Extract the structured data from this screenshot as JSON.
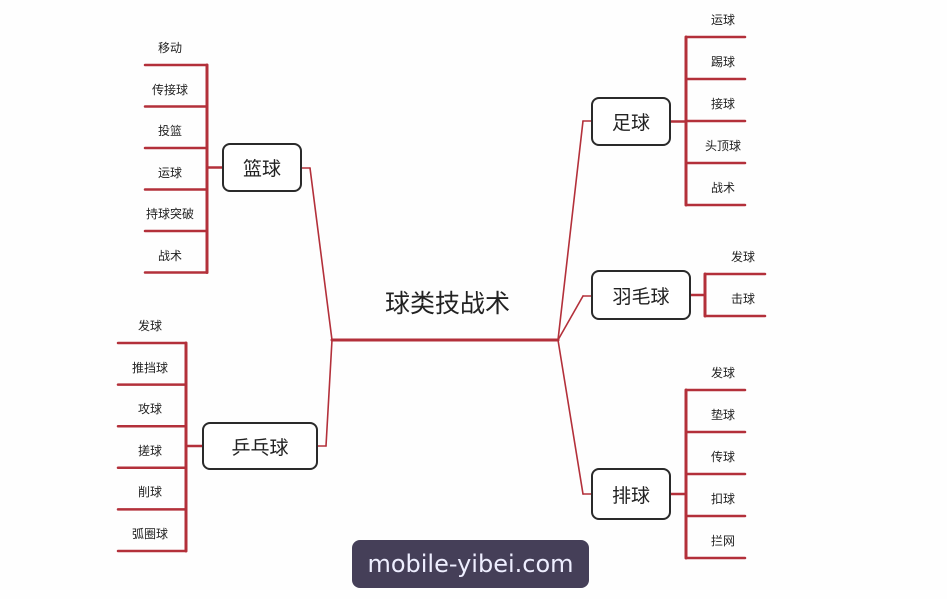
{
  "title": "球类技战术",
  "colors": {
    "branch": "#b3303a",
    "box_border": "#2a2a2a",
    "watermark_bg": "#453f58"
  },
  "branches": [
    {
      "label": "篮球",
      "leaves": [
        "移动",
        "传接球",
        "投篮",
        "运球",
        "持球突破",
        "战术"
      ]
    },
    {
      "label": "乒乓球",
      "leaves": [
        "发球",
        "推挡球",
        "攻球",
        "搓球",
        "削球",
        "弧圈球"
      ]
    },
    {
      "label": "足球",
      "leaves": [
        "运球",
        "踢球",
        "接球",
        "头顶球",
        "战术"
      ]
    },
    {
      "label": "羽毛球",
      "leaves": [
        "发球",
        "击球"
      ]
    },
    {
      "label": "排球",
      "leaves": [
        "发球",
        "垫球",
        "传球",
        "扣球",
        "拦网"
      ]
    }
  ],
  "watermark": "mobile-yibei.com"
}
